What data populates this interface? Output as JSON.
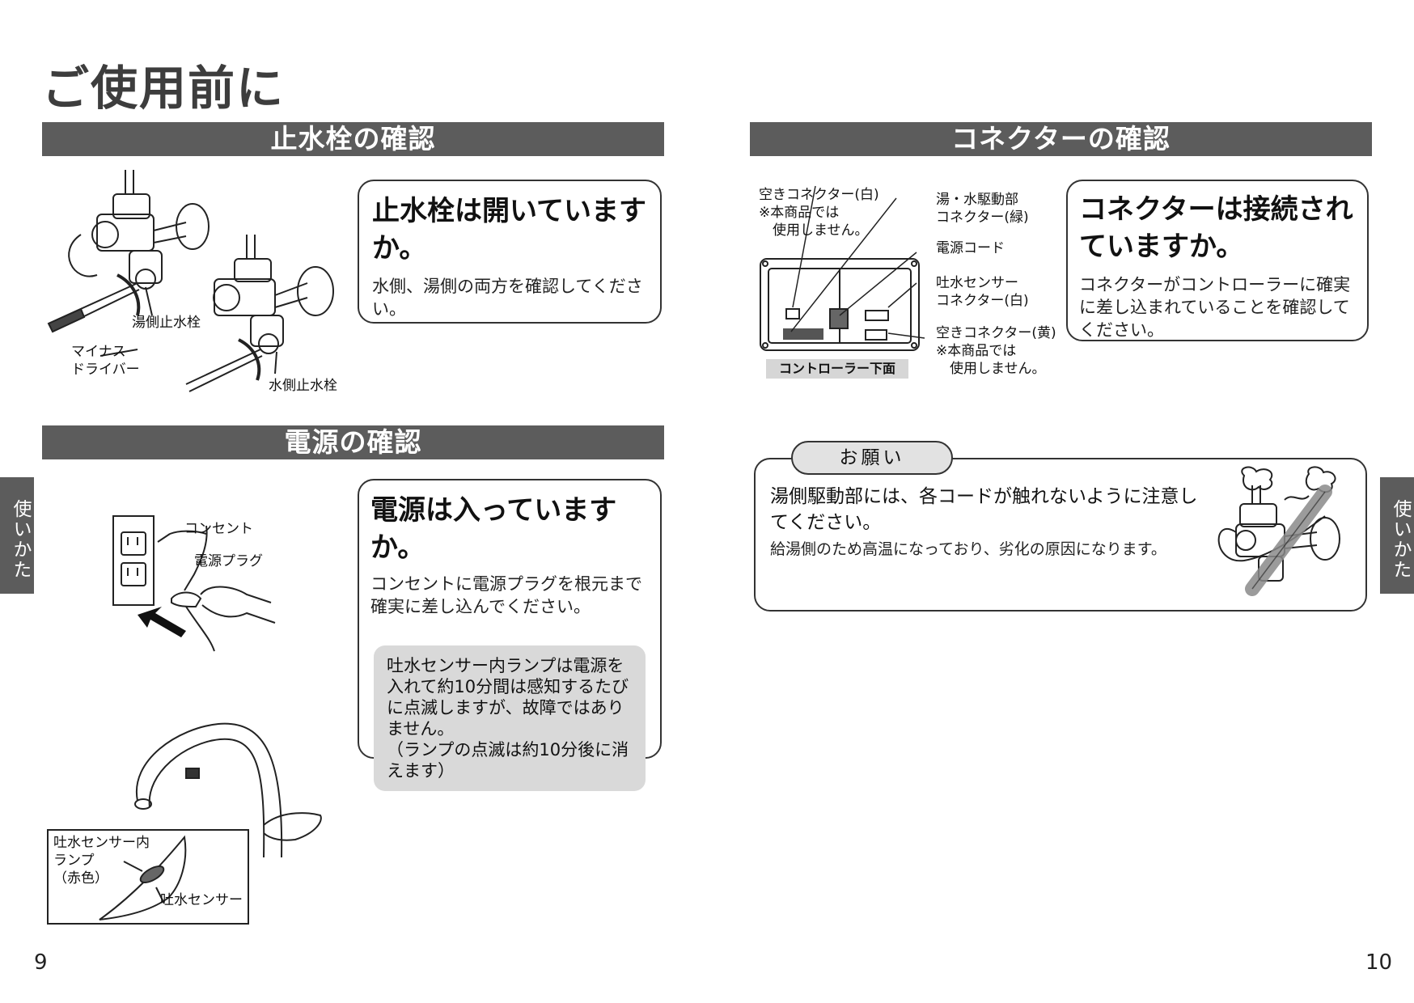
{
  "page_title": "ご使用前に",
  "sections": {
    "valve": {
      "header": "止水栓の確認",
      "question": "止水栓は開いていますか。",
      "description": "水側、湯側の両方を確認してください。",
      "labels": {
        "hot_valve": "湯側止水栓",
        "screwdriver": "マイナス\nドライバー",
        "cold_valve": "水側止水栓"
      }
    },
    "power": {
      "header": "電源の確認",
      "question": "電源は入っていますか。",
      "description": "コンセントに電源プラグを根元まで確実に差し込んでください。",
      "note": "吐水センサー内ランプは電源を入れて約10分間は感知するたびに点滅しますが、故障ではありません。\n（ランプの点滅は約10分後に消えます）",
      "labels": {
        "outlet": "コンセント",
        "plug": "電源プラグ",
        "lamp": "吐水センサー内\nランプ\n（赤色）",
        "sensor": "吐水センサー"
      }
    },
    "connector": {
      "header": "コネクターの確認",
      "question": "コネクターは接続されていますか。",
      "description": "コネクターがコントローラーに確実に差し込まれていることを確認してください。",
      "labels": {
        "empty_white": "空きコネクター(白)\n※本商品では\n　使用しません。",
        "drive_connector": "湯・水駆動部\nコネクター(緑)",
        "power_cord": "電源コード",
        "sensor_connector": "吐水センサー\nコネクター(白)",
        "empty_yellow": "空きコネクター(黄)\n※本商品では\n　使用しません。",
        "controller_bottom": "コントローラー下面"
      }
    },
    "request": {
      "tag": "お願い",
      "main_text": "湯側駆動部には、各コードが触れないように注意してください。",
      "sub_text": "給湯側のため高温になっており、劣化の原因になります。"
    }
  },
  "side_tab_label": "使いかた",
  "page_numbers": {
    "left": "9",
    "right": "10"
  },
  "colors": {
    "header_bg": "#5c5c5c",
    "note_bg": "#d9d9d9",
    "text": "#111111"
  }
}
